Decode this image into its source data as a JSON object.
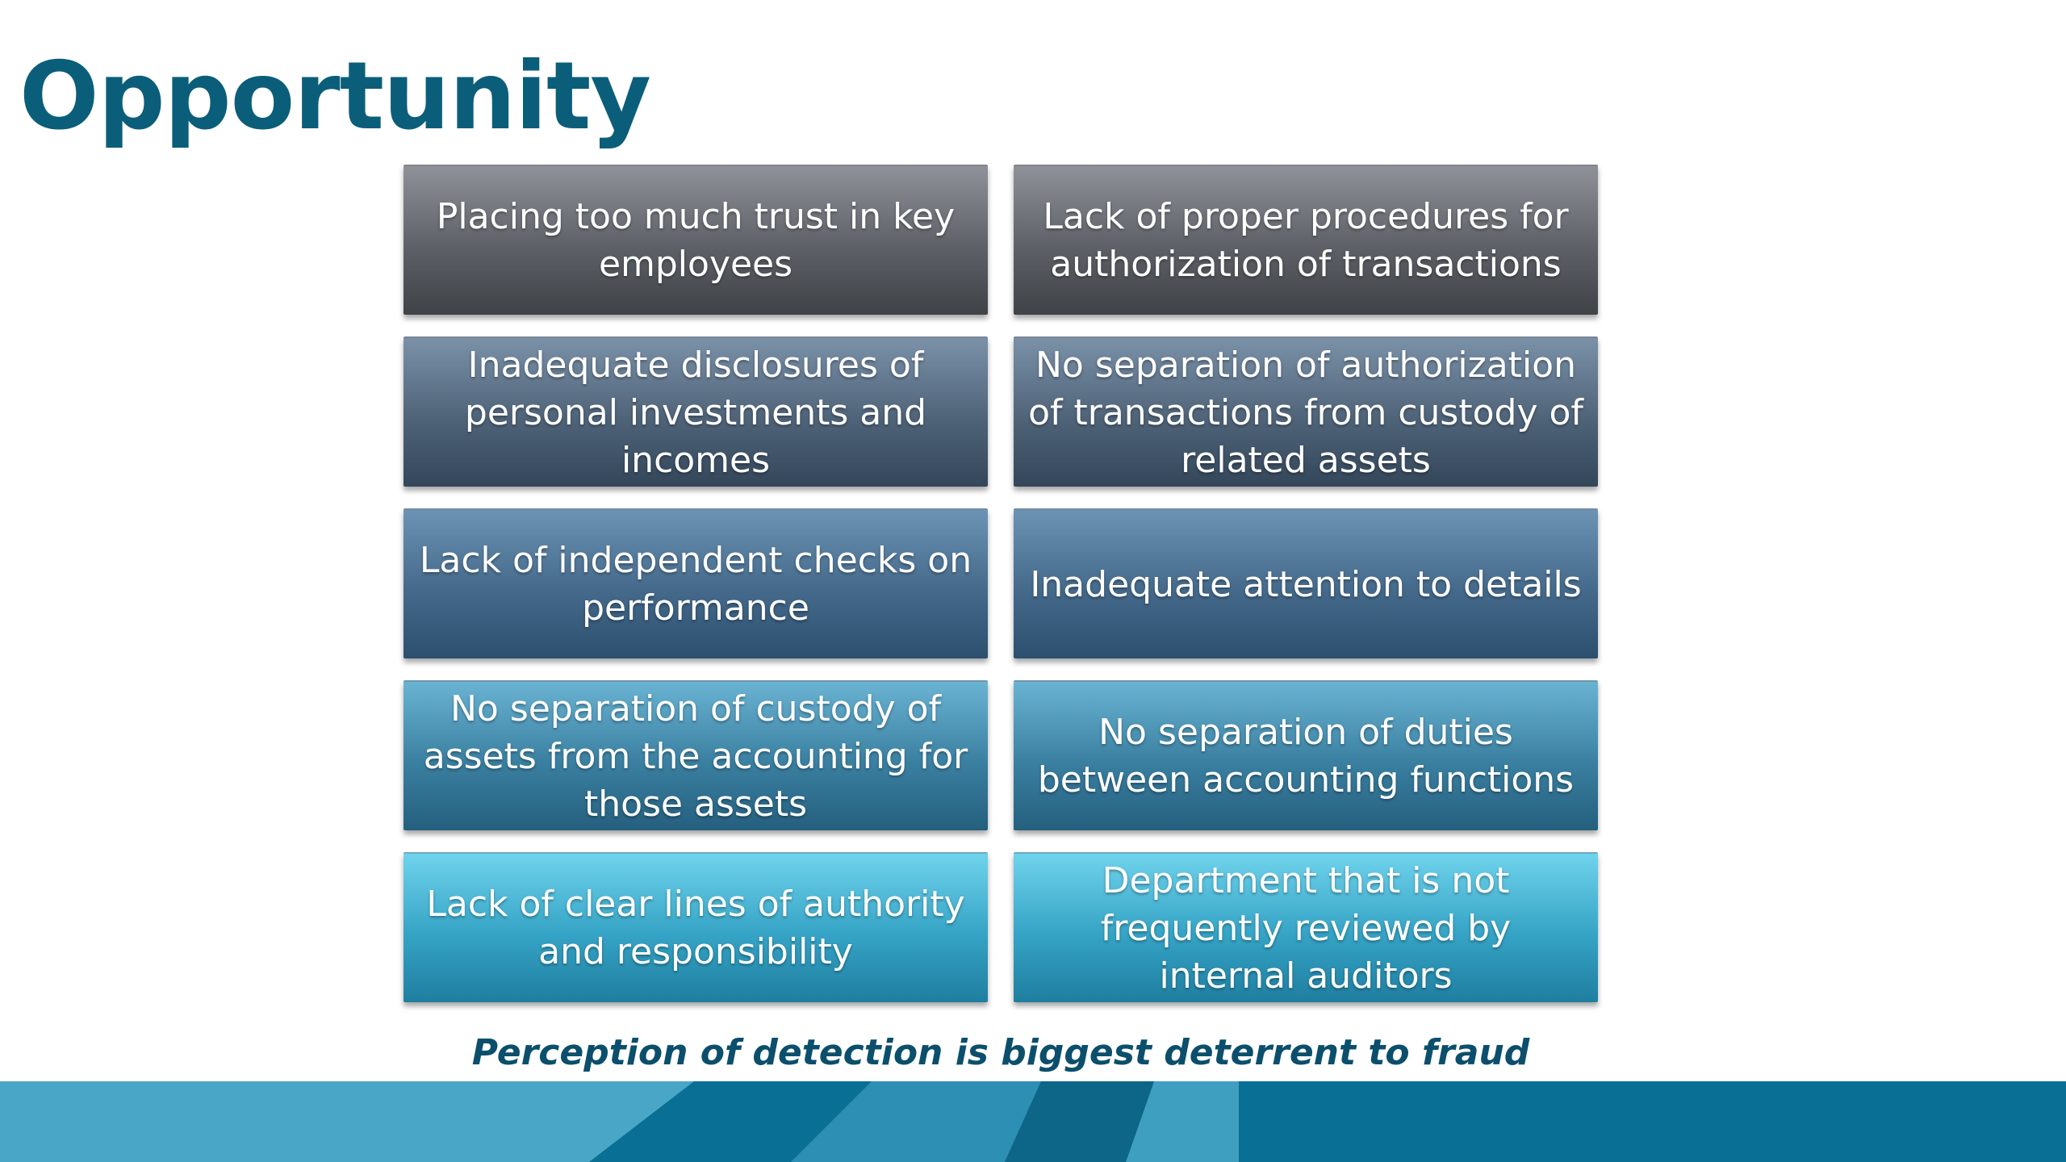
{
  "slide": {
    "title": "Opportunity",
    "footer": "Perception of detection is biggest deterrent to fraud",
    "colors": {
      "title": "#0b5e7a",
      "footer_text": "#0b4f6c",
      "band": "#0a6f94",
      "band_light": "#2d8fb3"
    }
  },
  "boxes": [
    "Placing too much trust in key employees",
    "Lack of proper procedures for authorization of transactions",
    "Inadequate disclosures of personal investments and incomes",
    "No separation of authorization of transactions from custody of related assets",
    "Lack of independent checks on performance",
    "Inadequate attention to details",
    "No separation of custody of assets from the accounting for those assets",
    "No separation of duties between accounting functions",
    "Lack of clear lines of authority and responsibility",
    "Department that is not frequently reviewed by internal auditors"
  ]
}
